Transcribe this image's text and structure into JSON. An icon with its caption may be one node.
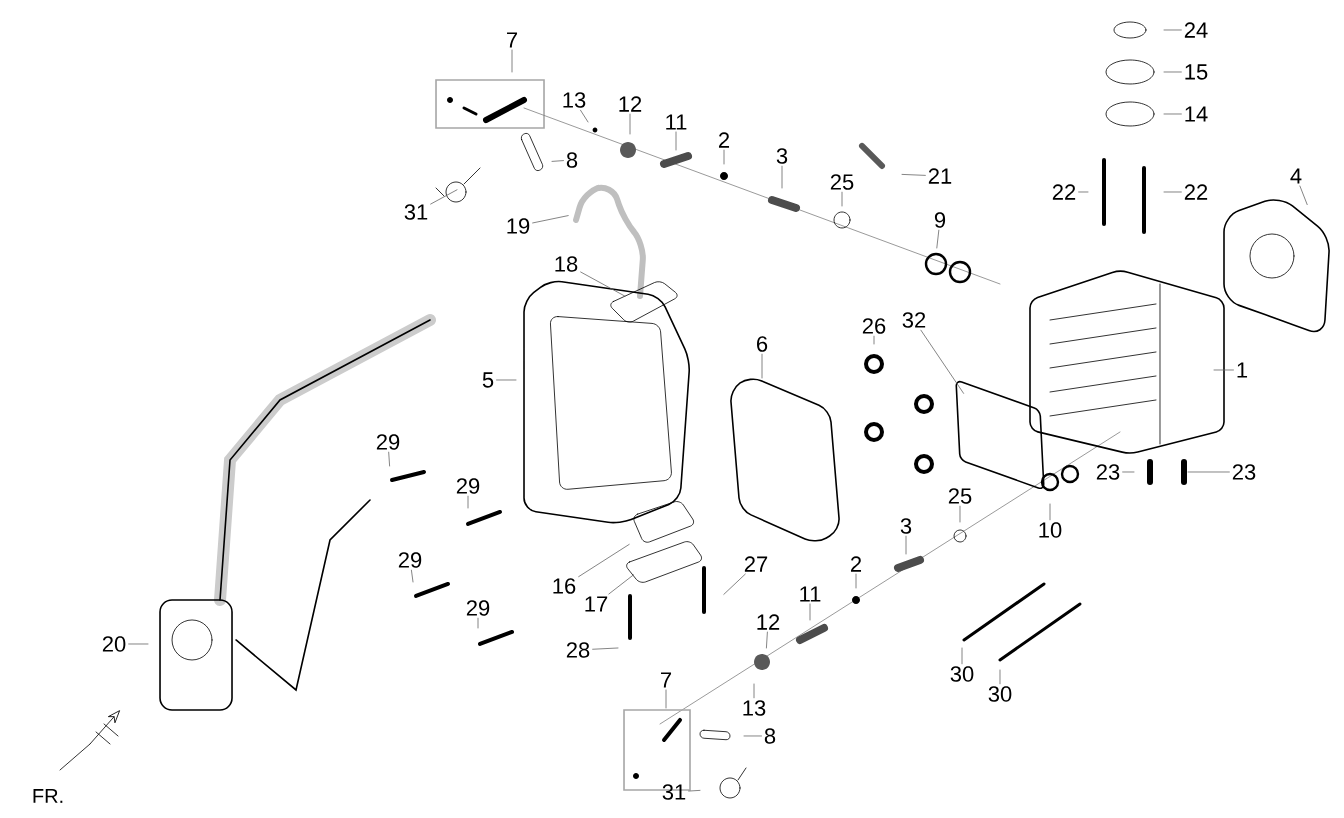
{
  "diagram": {
    "nodes": [
      {
        "text": [
          "7"
        ]
      },
      {
        "text": [
          "13"
        ]
      },
      {
        "text": [
          "12"
        ]
      },
      {
        "text": [
          "11"
        ]
      },
      {
        "text": [
          "2"
        ]
      },
      {
        "text": [
          "3"
        ]
      },
      {
        "text": [
          "24"
        ]
      },
      {
        "text": [
          "15"
        ]
      },
      {
        "text": [
          "14"
        ]
      },
      {
        "text": [
          "8"
        ]
      },
      {
        "text": [
          "25"
        ]
      },
      {
        "text": [
          "21"
        ]
      },
      {
        "text": [
          "4"
        ]
      },
      {
        "text": [
          "22"
        ]
      },
      {
        "text": [
          "22"
        ]
      },
      {
        "text": [
          "31"
        ]
      },
      {
        "text": [
          "9"
        ]
      },
      {
        "text": [
          "19"
        ]
      },
      {
        "text": [
          "18"
        ]
      },
      {
        "text": [
          "26"
        ]
      },
      {
        "text": [
          "32"
        ]
      },
      {
        "text": [
          "6"
        ]
      },
      {
        "text": [
          "5"
        ]
      },
      {
        "text": [
          "1"
        ]
      },
      {
        "text": [
          "29"
        ]
      },
      {
        "text": [
          "29"
        ]
      },
      {
        "text": [
          "23"
        ]
      },
      {
        "text": [
          "23"
        ]
      },
      {
        "text": [
          "10"
        ]
      },
      {
        "text": [
          "3"
        ]
      },
      {
        "text": [
          "25"
        ]
      },
      {
        "text": [
          "29"
        ]
      },
      {
        "text": [
          "2"
        ]
      },
      {
        "text": [
          "27"
        ]
      },
      {
        "text": [
          "11"
        ]
      },
      {
        "text": [
          "16"
        ]
      },
      {
        "text": [
          "17"
        ]
      },
      {
        "text": [
          "12"
        ]
      },
      {
        "text": [
          "29"
        ]
      },
      {
        "text": [
          "20"
        ]
      },
      {
        "text": [
          "28"
        ]
      },
      {
        "text": [
          "7"
        ]
      },
      {
        "text": [
          "30"
        ]
      },
      {
        "text": [
          "30"
        ]
      },
      {
        "text": [
          "13"
        ]
      },
      {
        "text": [
          "8"
        ]
      },
      {
        "text": [
          "31"
        ]
      }
    ],
    "edges": [
      {
        "from": 0,
        "to": null,
        "arrow": "none"
      },
      {
        "from": 1,
        "to": null,
        "arrow": "none"
      },
      {
        "from": 2,
        "to": null,
        "arrow": "none"
      },
      {
        "from": 3,
        "to": null,
        "arrow": "none"
      },
      {
        "from": 4,
        "to": null,
        "arrow": "none"
      },
      {
        "from": 5,
        "to": null,
        "arrow": "none"
      },
      {
        "from": 6,
        "to": null,
        "arrow": "none"
      },
      {
        "from": 7,
        "to": null,
        "arrow": "none"
      },
      {
        "from": 8,
        "to": null,
        "arrow": "none"
      },
      {
        "from": 9,
        "to": null,
        "arrow": "none"
      },
      {
        "from": 10,
        "to": null,
        "arrow": "none"
      },
      {
        "from": 11,
        "to": null,
        "arrow": "none"
      },
      {
        "from": 12,
        "to": null,
        "arrow": "none"
      },
      {
        "from": 13,
        "to": null,
        "arrow": "none"
      },
      {
        "from": 14,
        "to": null,
        "arrow": "none"
      },
      {
        "from": 15,
        "to": null,
        "arrow": "none"
      },
      {
        "from": 16,
        "to": null,
        "arrow": "none"
      },
      {
        "from": 17,
        "to": null,
        "arrow": "none"
      },
      {
        "from": 18,
        "to": null,
        "arrow": "none"
      },
      {
        "from": 19,
        "to": null,
        "arrow": "none"
      },
      {
        "from": 20,
        "to": null,
        "arrow": "none"
      },
      {
        "from": 21,
        "to": null,
        "arrow": "none"
      },
      {
        "from": 22,
        "to": null,
        "arrow": "none"
      },
      {
        "from": 23,
        "to": null,
        "arrow": "none"
      },
      {
        "from": 24,
        "to": null,
        "arrow": "none"
      },
      {
        "from": 25,
        "to": null,
        "arrow": "none"
      },
      {
        "from": 26,
        "to": null,
        "arrow": "none"
      },
      {
        "from": 27,
        "to": null,
        "arrow": "none"
      },
      {
        "from": 28,
        "to": null,
        "arrow": "none"
      },
      {
        "from": 29,
        "to": null,
        "arrow": "none"
      },
      {
        "from": 30,
        "to": null,
        "arrow": "none"
      },
      {
        "from": 31,
        "to": null,
        "arrow": "none"
      },
      {
        "from": 32,
        "to": null,
        "arrow": "none"
      },
      {
        "from": 33,
        "to": null,
        "arrow": "none"
      },
      {
        "from": 34,
        "to": null,
        "arrow": "none"
      },
      {
        "from": 35,
        "to": null,
        "arrow": "none"
      },
      {
        "from": 36,
        "to": null,
        "arrow": "none"
      },
      {
        "from": 37,
        "to": null,
        "arrow": "none"
      },
      {
        "from": 38,
        "to": null,
        "arrow": "none"
      },
      {
        "from": 39,
        "to": null,
        "arrow": "none"
      },
      {
        "from": 40,
        "to": null,
        "arrow": "none"
      },
      {
        "from": 41,
        "to": null,
        "arrow": "none"
      },
      {
        "from": 42,
        "to": null,
        "arrow": "none"
      },
      {
        "from": 43,
        "to": null,
        "arrow": "none"
      },
      {
        "from": 44,
        "to": null,
        "arrow": "none"
      },
      {
        "from": 45,
        "to": null,
        "arrow": "none"
      },
      {
        "from": 46,
        "to": null,
        "arrow": "none"
      }
    ],
    "labels": [
      "FR."
    ]
  }
}
